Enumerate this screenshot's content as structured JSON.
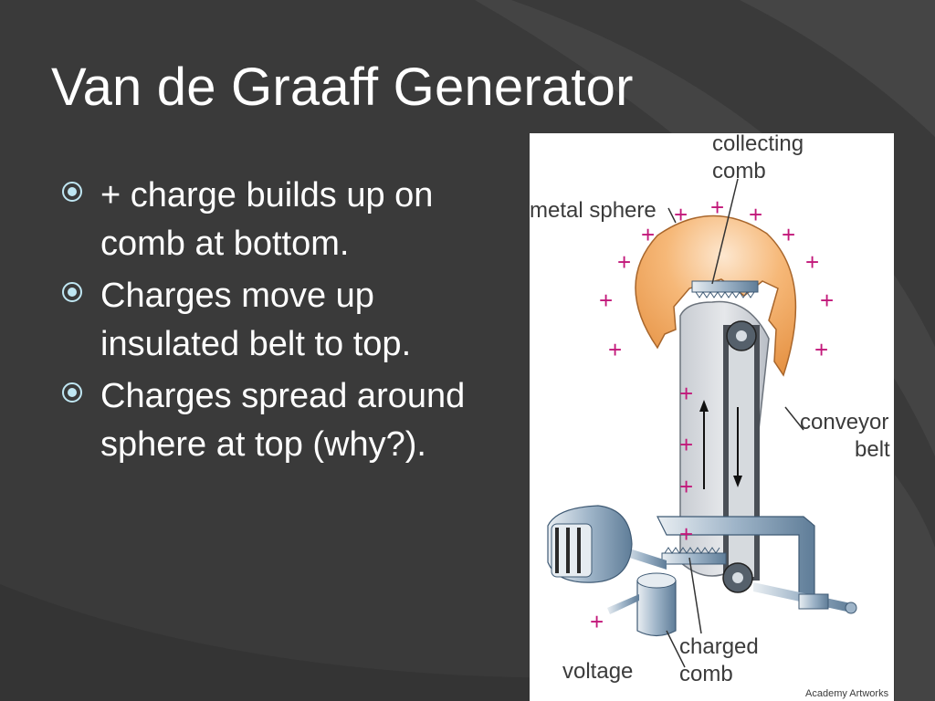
{
  "slide": {
    "title": "Van de Graaff Generator",
    "bullets": [
      "+ charge builds up on comb at bottom.",
      "Charges move up insulated belt to top.",
      "Charges spread around sphere at top (why?)."
    ]
  },
  "figure": {
    "labels": {
      "collecting_comb_line1": "collecting",
      "collecting_comb_line2": "comb",
      "metal_sphere": "metal sphere",
      "conveyor_belt_line1": "conveyor",
      "conveyor_belt_line2": "belt",
      "charged_comb_line1": "charged",
      "charged_comb_line2": "comb",
      "voltage": "voltage"
    },
    "credit": "Academy Artworks",
    "charge_symbol": "+"
  },
  "colors": {
    "background": "#3a3a3a",
    "text": "#ffffff",
    "accent_bullet": "#bfe6f2",
    "sphere": "#f2a65a",
    "charge": "#c2187a",
    "metal": "#9eb4c8"
  }
}
